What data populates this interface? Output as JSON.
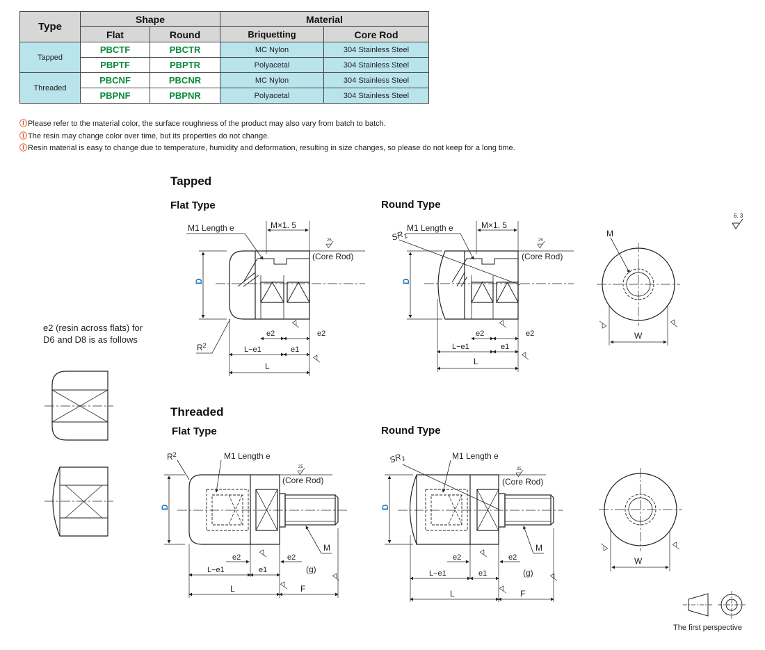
{
  "table": {
    "h_type": "Type",
    "h_shape": "Shape",
    "h_material": "Material",
    "h_flat": "Flat",
    "h_round": "Round",
    "h_briq": "Briquetting",
    "h_core": "Core Rod",
    "groups": [
      {
        "type": "Tapped",
        "rows": [
          {
            "flat": "PBCTF",
            "round": "PBCTR",
            "briq": "MC Nylon",
            "core": "304 Stainless Steel"
          },
          {
            "flat": "PBPTF",
            "round": "PBPTR",
            "briq": "Polyacetal",
            "core": "304 Stainless Steel"
          }
        ]
      },
      {
        "type": "Threaded",
        "rows": [
          {
            "flat": "PBCNF",
            "round": "PBCNR",
            "briq": "MC Nylon",
            "core": "304 Stainless Steel"
          },
          {
            "flat": "PBPNF",
            "round": "PBPNR",
            "briq": "Polyacetal",
            "core": "304 Stainless Steel"
          }
        ]
      }
    ]
  },
  "notes": {
    "icon": "caution-icon",
    "items": [
      "Please refer to the material color, the surface roughness of the product may also vary from batch to batch.",
      "The resin may change color over time, but its properties do not change.",
      "Resin material is easy to change due to temperature, humidity and deformation, resulting in size changes, so please do not keep for a long time."
    ]
  },
  "titles": {
    "tapped": "Tapped",
    "threaded": "Threaded",
    "flat_type": "Flat Type",
    "round_type": "Round Type"
  },
  "side_note": [
    "e2 (resin across flats) for",
    "D6 and D8 is as follows"
  ],
  "labels": {
    "m1_length": "M1 Length e",
    "m_x_pitch": "M×1. 5",
    "core_rod": "(Core Rod)",
    "d": "D",
    "w": "W",
    "m": "M",
    "r2": "R",
    "r2_sup": "2",
    "sr": "SR",
    "sr_sub": "1",
    "e2": "e2",
    "e1": "e1",
    "l_minus_e1": "L−e1",
    "l": "L",
    "f": "F",
    "g": "(g)",
    "rough_25": "25",
    "rough_63": "6.3",
    "rough_63_display": "6. 3"
  },
  "perspective": {
    "label": "The first perspective",
    "icon": "projection-symbol-icon"
  },
  "colors": {
    "code_green": "#0a8a3c",
    "cell_cyan": "#b9e4ec",
    "header_gray": "#d7d7d7",
    "dim_blue": "#1a78c2",
    "caution_orange": "#e0551b"
  }
}
